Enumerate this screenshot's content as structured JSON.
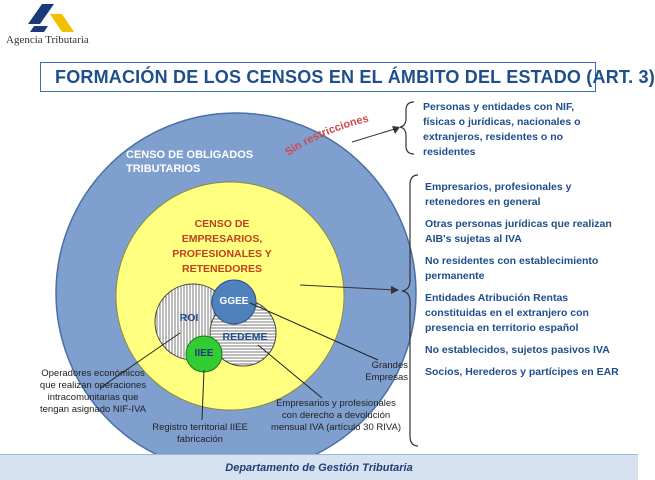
{
  "header": {
    "logo_text": "Agencia Tributaria",
    "title": "FORMACIÓN DE LOS CENSOS EN EL ÁMBITO DEL ESTADO (ART. 3)"
  },
  "diagram": {
    "outer_circle_label": "CENSO DE OBLIGADOS TRIBUTARIOS",
    "inner_circle_label": "CENSO DE EMPRESARIOS, PROFESIONALES Y RETENEDORES",
    "arc_label": "Sin restricciones",
    "subcensos": {
      "ggee": "GGEE",
      "roi": "ROI",
      "redeme": "REDEME",
      "iiee": "IIEE"
    },
    "callouts": {
      "operadores": "Operadores económicos que realizan operaciones intracomunitarias que tengan asignado NIF-IVA",
      "registro": "Registro territorial IIEE fabricación",
      "empresarios_devolucion": "Empresarios y profesionales con derecho a devolución mensual IVA (artículo 30 RIVA)",
      "grandes": "Grandes Empresas"
    },
    "colors": {
      "outer": "#7f9fcf",
      "inner": "#ffff80",
      "ggee": "#4f81bd",
      "iiee": "#33cc33",
      "title_blue": "#1f4e8c"
    }
  },
  "right_panel": {
    "top_text": "Personas y entidades con NIF, físicas o jurídicas, nacionales o extranjeros, residentes o no residentes",
    "items": [
      "Empresarios, profesionales y retenedores en general",
      "Otras personas jurídicas que realizan AIB's sujetas al IVA",
      "No residentes con establecimiento permanente",
      "Entidades Atribución Rentas constituidas en el extranjero con presencia en territorio español",
      "No establecidos, sujetos pasivos IVA",
      "Socios, Herederos y partícipes en EAR"
    ]
  },
  "footer": {
    "text": "Departamento de Gestión Tributaria"
  }
}
